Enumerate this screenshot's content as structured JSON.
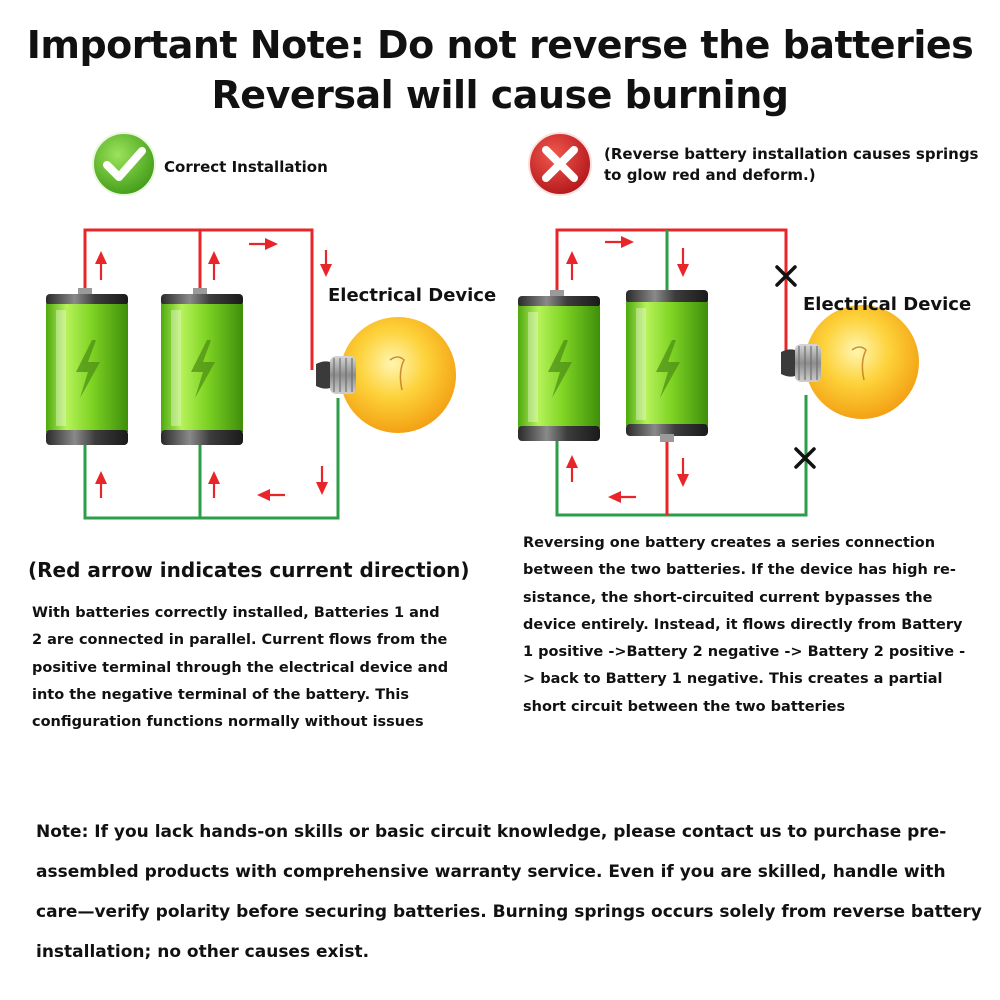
{
  "title": {
    "line1": "Important Note: Do not reverse the batteries",
    "line2": "Reversal will cause burning"
  },
  "left": {
    "status_label": "Correct Installation",
    "device_label": "Electrical Device",
    "arrow_note": "(Red arrow indicates current direction)",
    "description": "With batteries correctly installed, Batteries 1 and 2 are connected in parallel. Current flows from the positive terminal through the electrical device and into the negative terminal of the battery. This configuration functions normally without issues"
  },
  "right": {
    "status_label": "(Reverse battery installation causes springs to glow red and deform.)",
    "device_label": "Electrical Device",
    "description": "Reversing one battery creates a series connection between the two batteries. If the device has high re-sistance, the short-circuited current bypasses the device entirely. Instead, it flows directly from Battery 1 positive ->Battery 2 negative -> Battery 2 positive -> back to Battery 1 negative. This creates a partial short circuit between the two batteries"
  },
  "bottom_note": "Note: If you lack hands-on skills or basic circuit knowledge, please contact us to purchase pre-assembled products with comprehensive warranty service. Even if you are skilled, handle with care—verify polarity before securing batteries. Burning springs occurs solely from reverse battery installation; no other causes exist.",
  "colors": {
    "positive_wire": "#e8262a",
    "negative_wire": "#2e9d4a",
    "arrow": "#e8262a",
    "battery_green": "#7ed321",
    "check_badge": "#5fbf2a",
    "cross_badge": "#d9262a",
    "bulb": "#fbb81c"
  },
  "icons": {
    "correct": "check-icon",
    "wrong": "cross-icon",
    "battery": "battery-icon",
    "bulb": "light-bulb-icon",
    "break": "x-mark-icon"
  }
}
